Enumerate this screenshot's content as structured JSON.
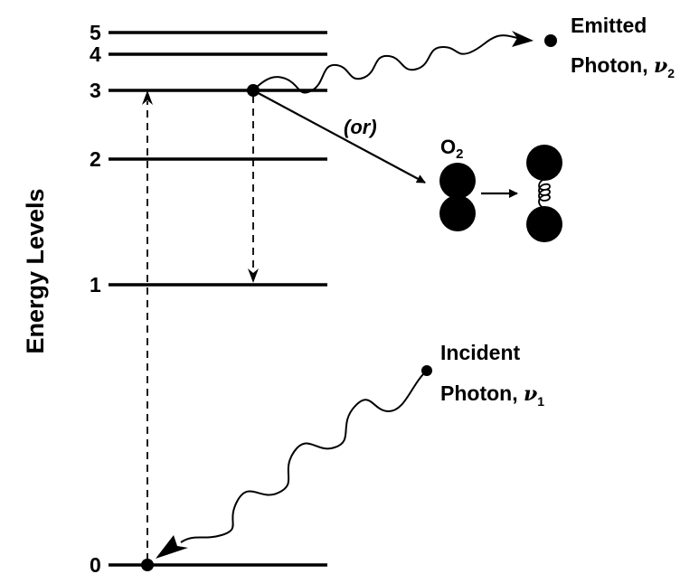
{
  "axis_title": "Energy Levels",
  "levels": [
    {
      "label": "5"
    },
    {
      "label": "4"
    },
    {
      "label": "3"
    },
    {
      "label": "2"
    },
    {
      "label": "1"
    },
    {
      "label": "0"
    }
  ],
  "emitted": {
    "line1": "Emitted",
    "line2": "Photon, ",
    "symbol": "ν",
    "subscript": "2"
  },
  "incident": {
    "line1": "Incident",
    "line2": "Photon, ",
    "symbol": "ν",
    "subscript": "1"
  },
  "or_label": "(or)",
  "molecule": {
    "label": "O",
    "subscript": "2"
  }
}
